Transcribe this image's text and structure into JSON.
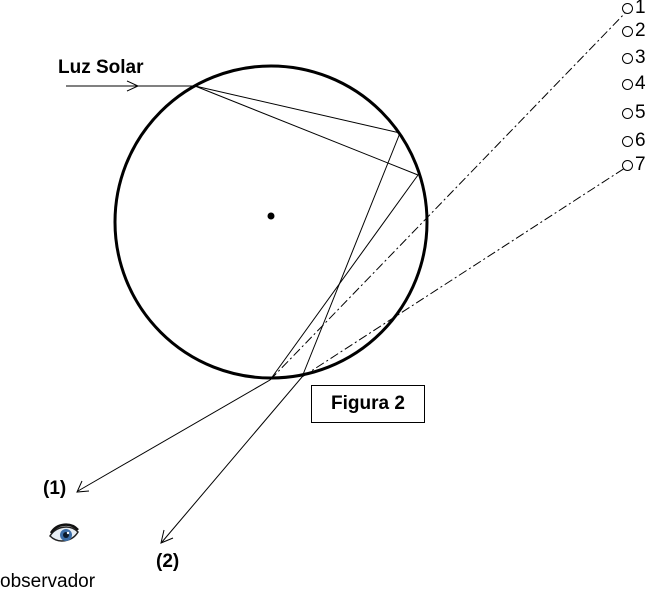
{
  "diagram": {
    "figure_label": "Figura 2",
    "sunlight_label": "Luz Solar",
    "ray_labels": [
      "(1)",
      "(2)"
    ],
    "observer_label": "observador",
    "options": [
      "1",
      "2",
      "3",
      "4",
      "5",
      "6",
      "7"
    ],
    "icons": [
      "radio-circle-icon",
      "eye-icon",
      "arrow-icon"
    ],
    "colors": {
      "stroke": "#000000",
      "background": "#ffffff"
    }
  }
}
